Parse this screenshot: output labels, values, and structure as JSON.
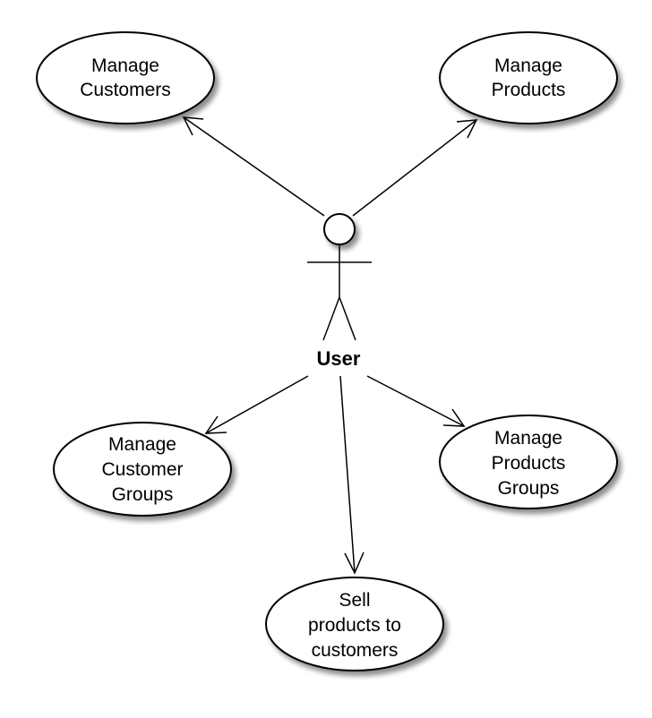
{
  "actor": {
    "label": "User",
    "icon": "stick-figure"
  },
  "use_cases": [
    {
      "id": "manage-customers",
      "lines": [
        "Manage",
        "Customers"
      ]
    },
    {
      "id": "manage-products",
      "lines": [
        "Manage",
        "Products"
      ]
    },
    {
      "id": "manage-customer-groups",
      "lines": [
        "Manage",
        "Customer",
        "Groups"
      ]
    },
    {
      "id": "manage-products-groups",
      "lines": [
        "Manage",
        "Products",
        "Groups"
      ]
    },
    {
      "id": "sell-products",
      "lines": [
        "Sell",
        "products to",
        "customers"
      ]
    }
  ],
  "associations": [
    {
      "from": "User",
      "to": "manage-customers",
      "arrow": "open"
    },
    {
      "from": "User",
      "to": "manage-products",
      "arrow": "open"
    },
    {
      "from": "User",
      "to": "manage-customer-groups",
      "arrow": "open"
    },
    {
      "from": "User",
      "to": "manage-products-groups",
      "arrow": "open"
    },
    {
      "from": "User",
      "to": "sell-products",
      "arrow": "open"
    }
  ],
  "colors": {
    "stroke": "#000000",
    "fill": "#ffffff",
    "background": "#ffffff"
  }
}
